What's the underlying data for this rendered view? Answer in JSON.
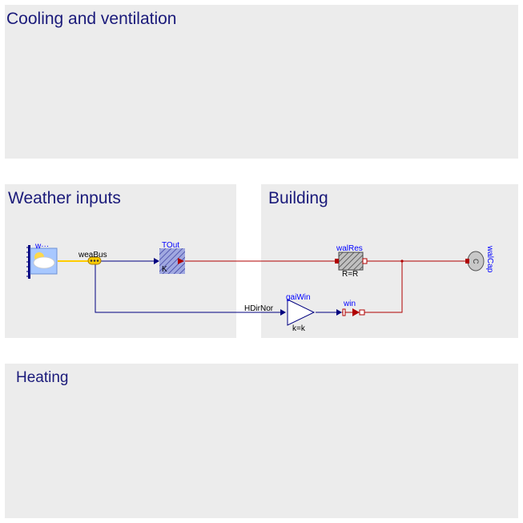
{
  "panels": {
    "cooling": {
      "title": "Cooling and ventilation"
    },
    "weather": {
      "title": "Weather inputs"
    },
    "building": {
      "title": "Building"
    },
    "heating": {
      "title": "Heating"
    }
  },
  "components": {
    "weather_data": {
      "name": "w···"
    },
    "weather_bus": {
      "name": "weaBus"
    },
    "outdoor_temp": {
      "name": "TOut",
      "glyph": "K"
    },
    "wall_resistance": {
      "name": "walRes",
      "param": "R=R"
    },
    "wall_capacitance": {
      "name": "walCap",
      "glyph": "C"
    },
    "window_gain": {
      "name": "gaiWin",
      "param": "k=k"
    },
    "window_heat_flow": {
      "name": "win"
    },
    "direct_irradiation": {
      "label": "HDirNor"
    }
  },
  "colors": {
    "panel_bg": "#ececec",
    "title": "#1a1a7a",
    "signal": "#00007f",
    "heat": "#b00000",
    "bus": "#ffcc00",
    "label_blue": "#0000ff"
  }
}
